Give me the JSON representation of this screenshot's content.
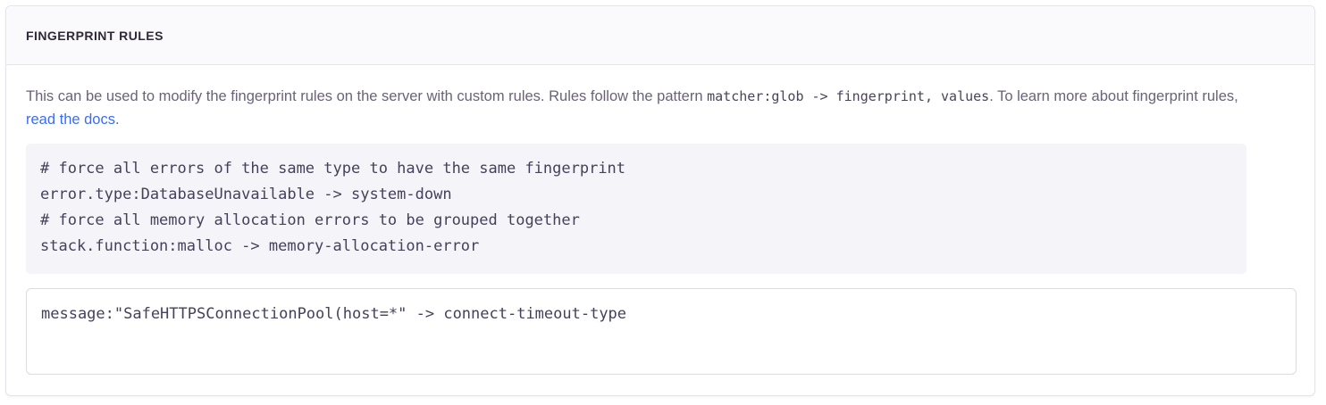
{
  "panel": {
    "title": "FINGERPRINT RULES",
    "help": {
      "part1": "This can be used to modify the fingerprint rules on the server with custom rules. Rules follow the pattern ",
      "inline_code": "matcher:glob -> fingerprint, values",
      "part2": ". To learn more about fingerprint rules, ",
      "link_label": "read the docs",
      "part3": "."
    },
    "example_code": "# force all errors of the same type to have the same fingerprint\nerror.type:DatabaseUnavailable -> system-down\n# force all memory allocation errors to be grouped together\nstack.function:malloc -> memory-allocation-error",
    "editor": {
      "value": "message:\"SafeHTTPSConnectionPool(host=*\" -> connect-timeout-type",
      "placeholder": ""
    }
  },
  "colors": {
    "link": "#3c6df0",
    "title": "#2f2936",
    "body_text": "#6a6378",
    "code_bg": "#f5f5f9",
    "panel_border": "#e6e4ea",
    "header_bg": "#fafafc"
  }
}
